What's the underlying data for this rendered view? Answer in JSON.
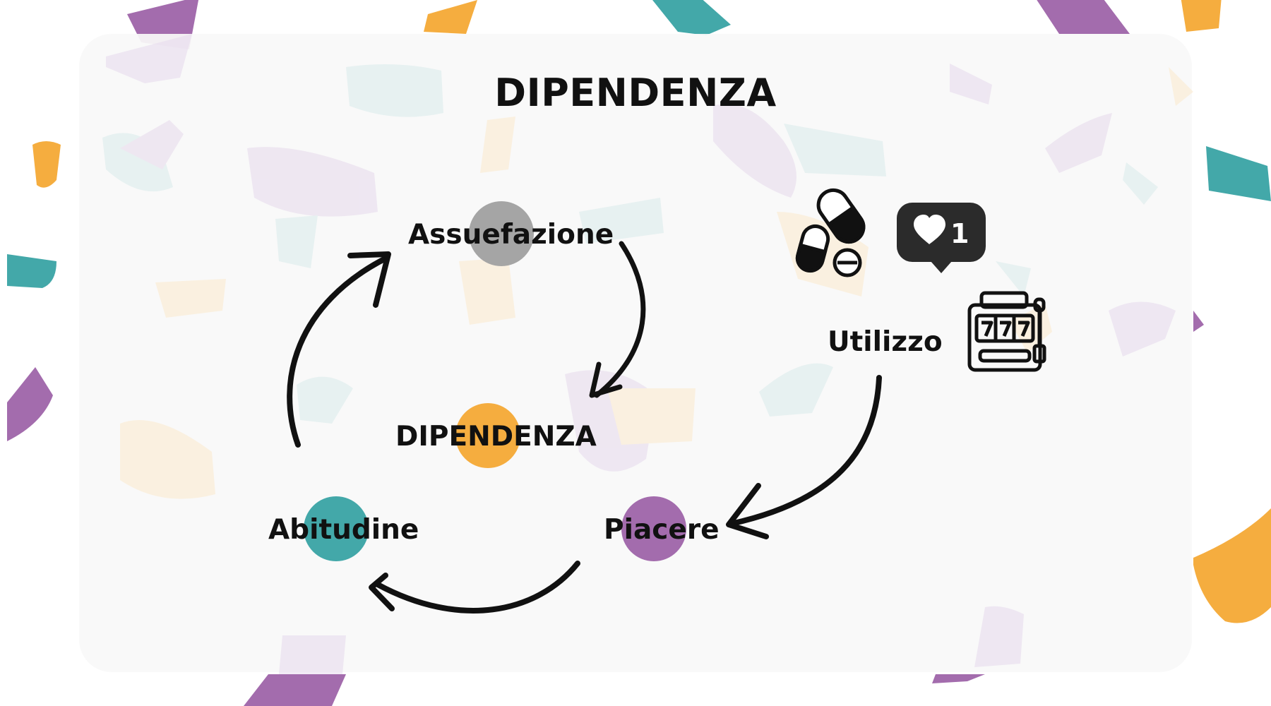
{
  "title": "DIPENDENZA",
  "center_label": "DIPENDENZA",
  "nodes": {
    "assuefazione": "Assuefazione",
    "abitudine": "Abitudine",
    "piacere": "Piacere",
    "utilizzo": "Utilizzo"
  },
  "like_notification": {
    "count": "1"
  },
  "colors": {
    "purple": "#a36cad",
    "teal": "#43a8a9",
    "orange": "#f5ad3f",
    "gray": "#a5a5a5",
    "arrow": "#111111",
    "text": "#111111"
  },
  "icons": [
    "pills-icon",
    "like-notification-icon",
    "heart-icon",
    "slot-machine-icon"
  ]
}
